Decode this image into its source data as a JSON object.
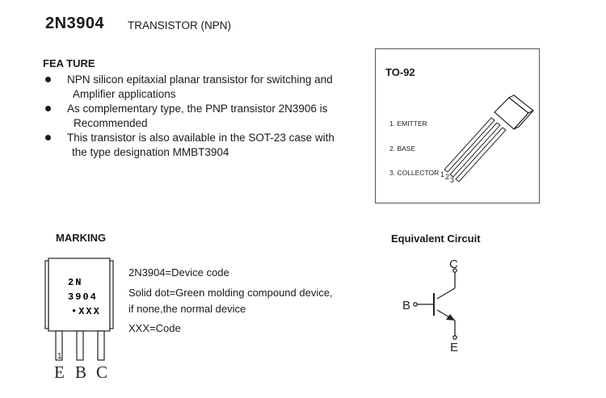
{
  "header": {
    "part_number": "2N3904",
    "part_type": "TRANSISTOR (NPN)"
  },
  "feature": {
    "heading": "FEA TURE",
    "items": [
      {
        "line1": "NPN silicon epitaxial planar transistor for switching and",
        "line2": "Amplifier applications"
      },
      {
        "line1": "As complementary type, the PNP transistor 2N3906 is",
        "line2": "Recommended"
      },
      {
        "line1": "This transistor is also available in the SOT-23 case with",
        "line2": "the type designation MMBT3904"
      }
    ]
  },
  "package": {
    "name": "TO-92",
    "pins": [
      "1. EMITTER",
      "2. BASE",
      "3. COLLECTOR"
    ],
    "pin_numbers": [
      "1",
      "2",
      "3"
    ]
  },
  "marking": {
    "heading": "MARKING",
    "package_text": [
      "2N",
      "3904",
      "•XXX"
    ],
    "pin_number": "1",
    "pin_letters": [
      "E",
      "B",
      "C"
    ],
    "legend": [
      "2N3904=Device code",
      "Solid dot=Green molding compound device,",
      "if none,the normal device",
      "XXX=Code"
    ]
  },
  "equivalent_circuit": {
    "heading": "Equivalent  Circuit",
    "terminals": {
      "collector": "C",
      "base": "B",
      "emitter": "E"
    }
  }
}
